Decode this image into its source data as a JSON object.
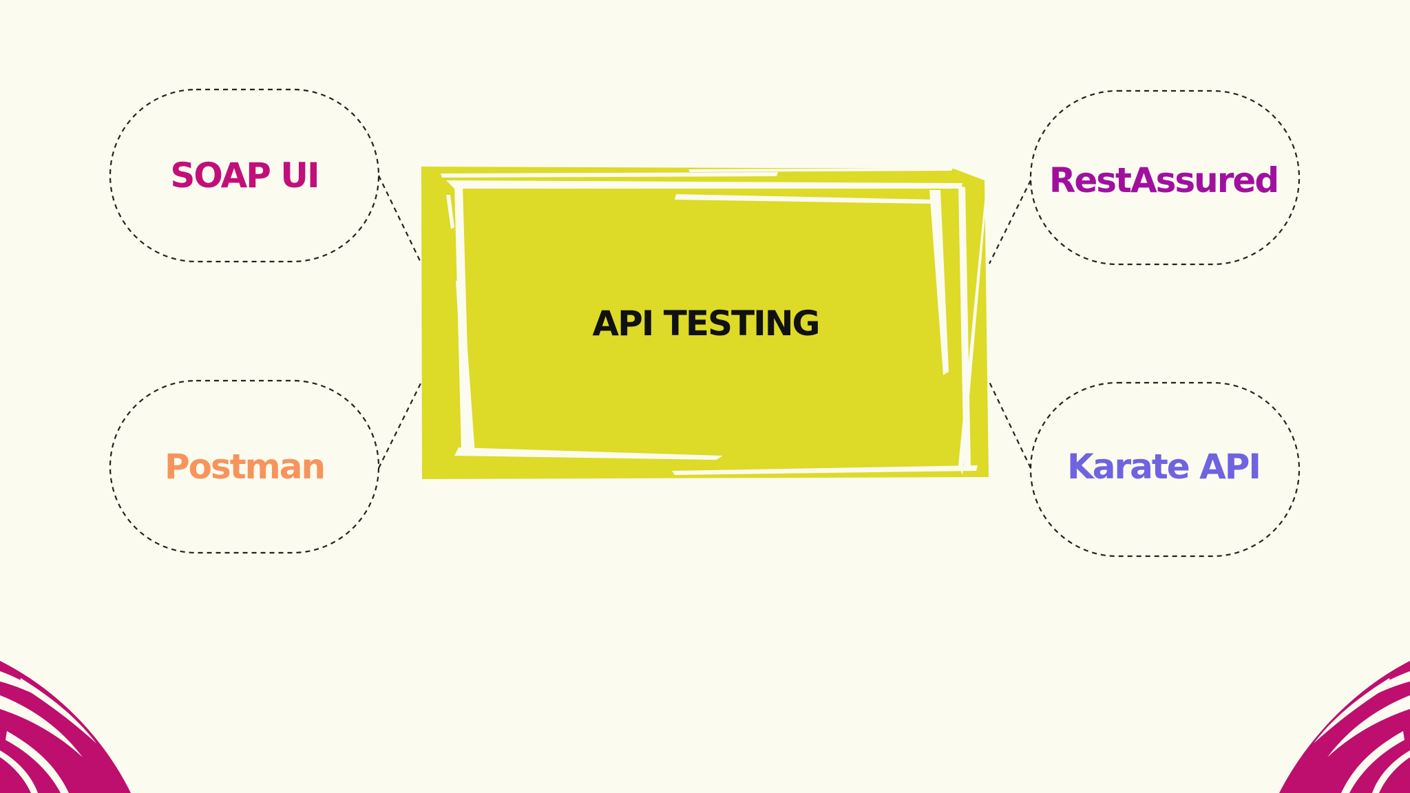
{
  "center": {
    "label": "API TESTING",
    "fill": "#DDDA28",
    "text_color": "#111111"
  },
  "nodes": [
    {
      "id": "soap",
      "label": "SOAP UI",
      "color": "#C10F79"
    },
    {
      "id": "post",
      "label": "Postman",
      "color": "#F7945C"
    },
    {
      "id": "rest",
      "label": "RestAssured",
      "color": "#A0109F"
    },
    {
      "id": "karate",
      "label": "Karate API",
      "color": "#6F63DF"
    }
  ],
  "colors": {
    "background": "#FBFBEF",
    "accent_brush": "#BE0E6E",
    "connector": "#222222"
  }
}
